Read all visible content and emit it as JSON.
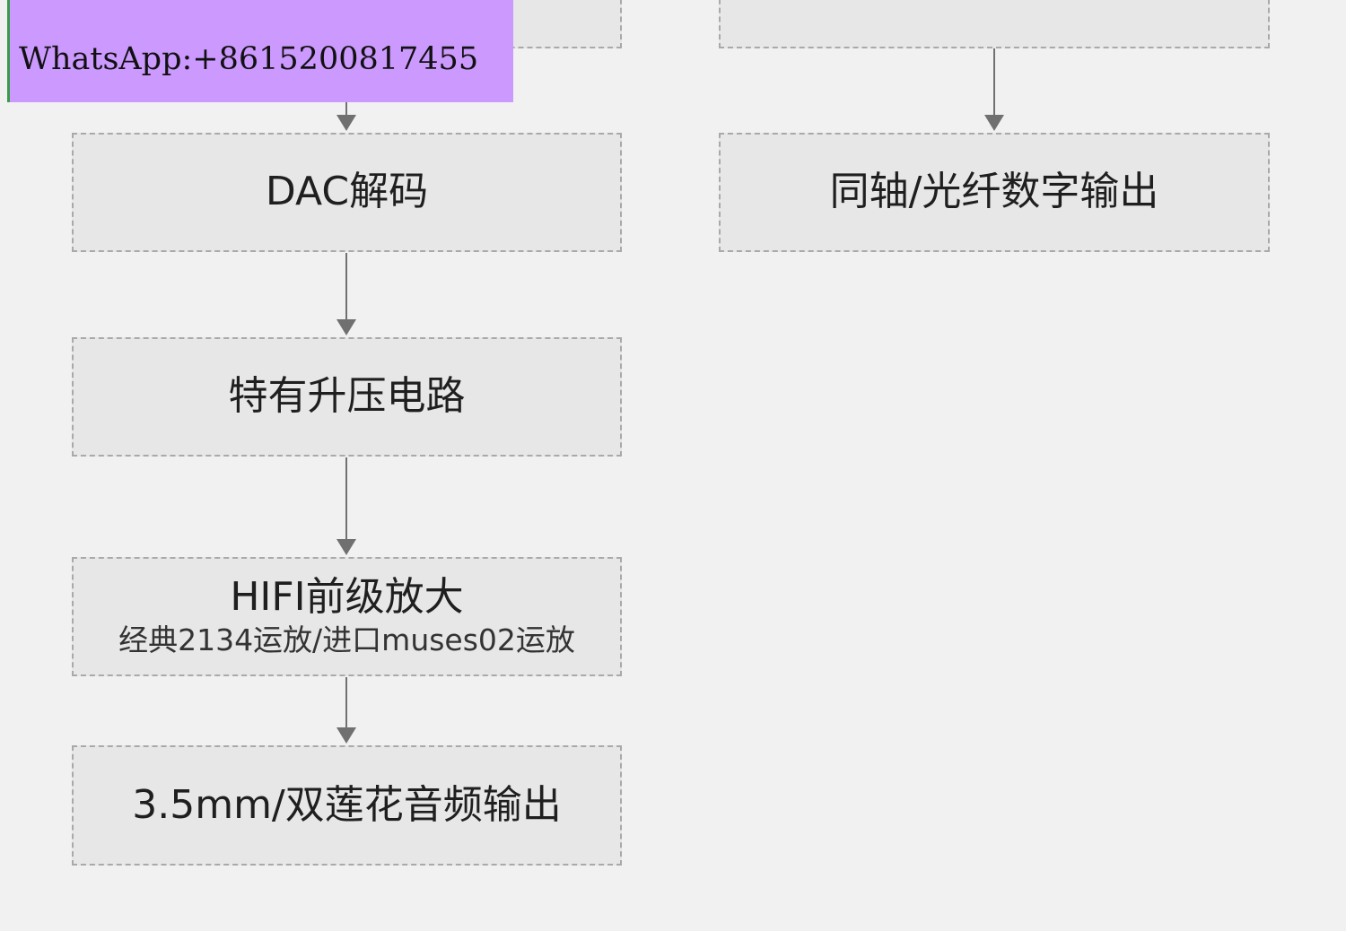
{
  "flowchart": {
    "left_column": {
      "top_partial": {
        "label": ""
      },
      "dac": {
        "label": "DAC解码"
      },
      "boost": {
        "label": "特有升压电路"
      },
      "preamp": {
        "label": "HIFI前级放大",
        "sublabel": "经典2134运放/进口muses02运放"
      },
      "output": {
        "label": "3.5mm/双莲花音频输出"
      }
    },
    "right_column": {
      "top_partial": {
        "label": ""
      },
      "optical": {
        "label": "同轴/光纤数字输出"
      }
    }
  },
  "overlay": {
    "contact_text": "WhatsApp:+8615200817455",
    "background_color": "#cc99ff"
  },
  "colors": {
    "page_background": "#f1f1f1",
    "node_fill": "#e7e7e7",
    "node_border": "#a9a9a9",
    "connector": "#707070"
  }
}
